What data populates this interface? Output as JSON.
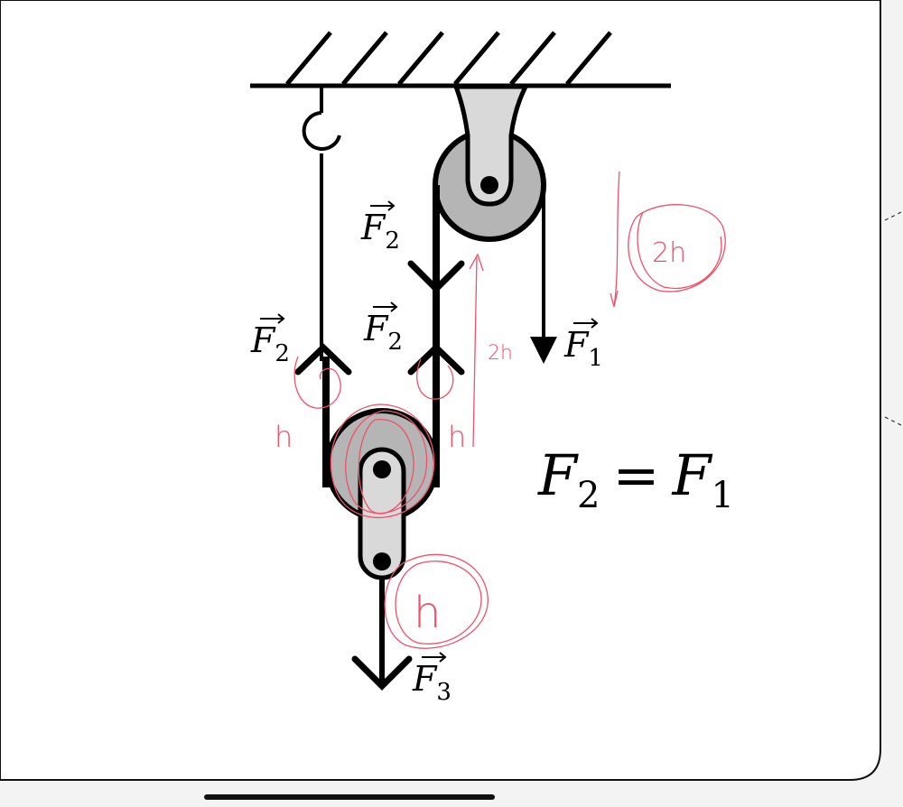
{
  "diagram": {
    "title": "Pulley system",
    "labels": {
      "f2_left": {
        "main": "F",
        "sub": "2"
      },
      "f2_top": {
        "main": "F",
        "sub": "2"
      },
      "f2_middle": {
        "main": "F",
        "sub": "2"
      },
      "f1": {
        "main": "F",
        "sub": "1"
      },
      "f3": {
        "main": "F",
        "sub": "3"
      }
    },
    "equation": {
      "lhs": "F",
      "lhs_sub": "2",
      "op": "=",
      "rhs": "F",
      "rhs_sub": "1"
    },
    "annotations": {
      "left_h": "h",
      "right_h": "h",
      "rope_2h": "2h",
      "circled_2h": "2h",
      "circled_h": "h"
    },
    "colors": {
      "annotation": "#f0506a",
      "pulley_dark": "#b5b5b5",
      "pulley_light": "#d9d9d9",
      "panel": "#ffffff",
      "background": "#f3f3f3"
    }
  }
}
